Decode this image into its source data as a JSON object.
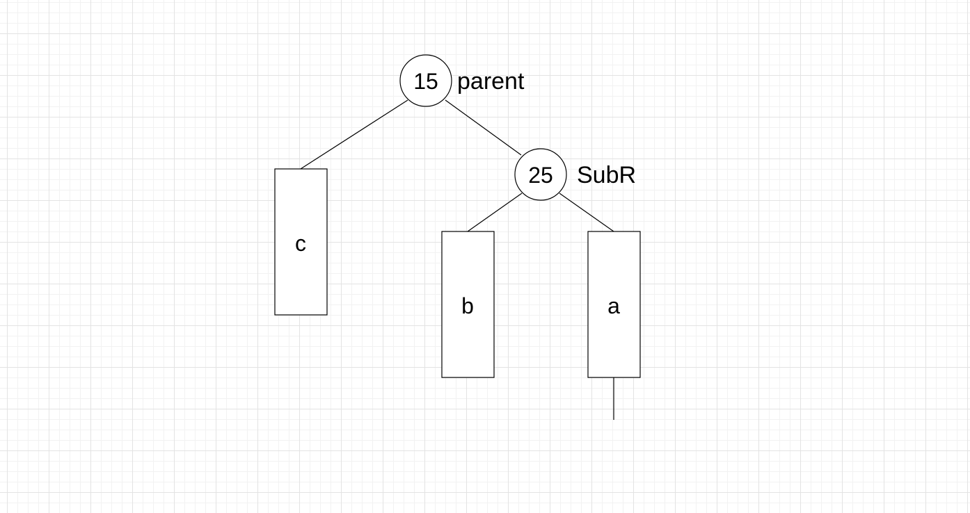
{
  "diagram": {
    "nodes": {
      "parent_node": {
        "value": "15",
        "label": "parent"
      },
      "subr_node": {
        "value": "25",
        "label": "SubR"
      },
      "subtree_c": {
        "label": "c"
      },
      "subtree_b": {
        "label": "b"
      },
      "subtree_a": {
        "label": "a"
      }
    },
    "colors": {
      "stroke": "#000000",
      "fill": "#ffffff",
      "grid": "#e3e3e3"
    }
  }
}
